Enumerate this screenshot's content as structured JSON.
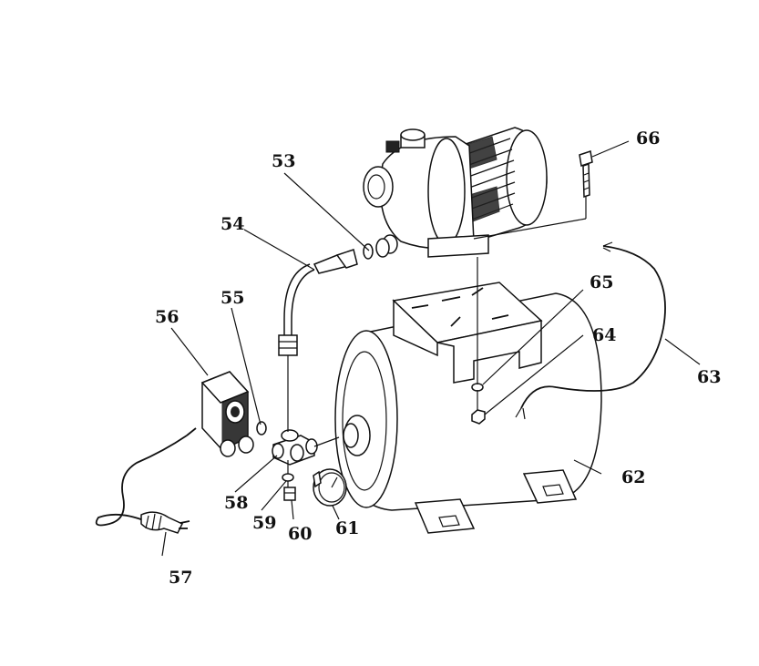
{
  "diagram": {
    "labels": [
      {
        "id": "53",
        "text": "53"
      },
      {
        "id": "54",
        "text": "54"
      },
      {
        "id": "55",
        "text": "55"
      },
      {
        "id": "56",
        "text": "56"
      },
      {
        "id": "57",
        "text": "57"
      },
      {
        "id": "58",
        "text": "58"
      },
      {
        "id": "59",
        "text": "59"
      },
      {
        "id": "60",
        "text": "60"
      },
      {
        "id": "61",
        "text": "61"
      },
      {
        "id": "62",
        "text": "62"
      },
      {
        "id": "63",
        "text": "63"
      },
      {
        "id": "64",
        "text": "64"
      },
      {
        "id": "65",
        "text": "65"
      },
      {
        "id": "66",
        "text": "66"
      }
    ]
  }
}
